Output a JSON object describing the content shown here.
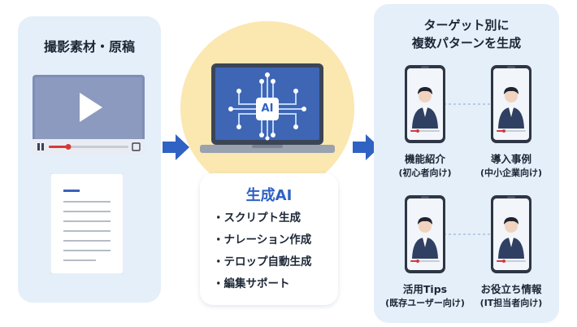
{
  "left_panel": {
    "title": "撮影素材・原稿",
    "icons": [
      "video-player-icon",
      "document-icon"
    ]
  },
  "center": {
    "chip_label": "AI",
    "card_title": "生成AI",
    "features": [
      "スクリプト生成",
      "ナレーション作成",
      "テロップ自動生成",
      "編集サポート"
    ]
  },
  "right_panel": {
    "title_line1": "ターゲット別に",
    "title_line2": "複数パターンを生成",
    "patterns": [
      {
        "name": "機能紹介",
        "audience": "(初心者向け)"
      },
      {
        "name": "導入事例",
        "audience": "(中小企業向け)"
      },
      {
        "name": "活用Tips",
        "audience": "(既存ユーザー向け)"
      },
      {
        "name": "お役立ち情報",
        "audience": "(IT担当者向け)"
      }
    ]
  },
  "colors": {
    "accent_blue": "#2f62c3",
    "panel_bg": "#e4effa",
    "glow": "#fbe7b0",
    "progress_red": "#d33b3b"
  }
}
